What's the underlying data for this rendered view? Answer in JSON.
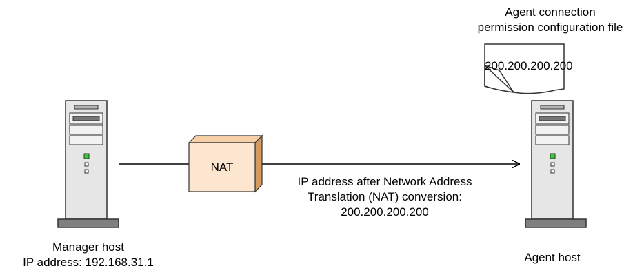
{
  "config_file": {
    "title_line1": "Agent connection",
    "title_line2": "permission configuration file",
    "content": "200.200.200.200"
  },
  "nat": {
    "label": "NAT"
  },
  "translation_note": {
    "line1": "IP address after Network Address",
    "line2": "Translation (NAT) conversion:",
    "line3": "200.200.200.200"
  },
  "manager": {
    "line1": "Manager host",
    "line2": "IP address: 192.168.31.1"
  },
  "agent": {
    "label": "Agent host"
  },
  "colors": {
    "server_fill": "#e6e6e6",
    "server_stroke": "#333333",
    "base_fill": "#7f7f7f",
    "nat_front": "#fde6cf",
    "nat_top": "#f5cfa8",
    "nat_side": "#d49a62",
    "led": "#33cc33"
  }
}
